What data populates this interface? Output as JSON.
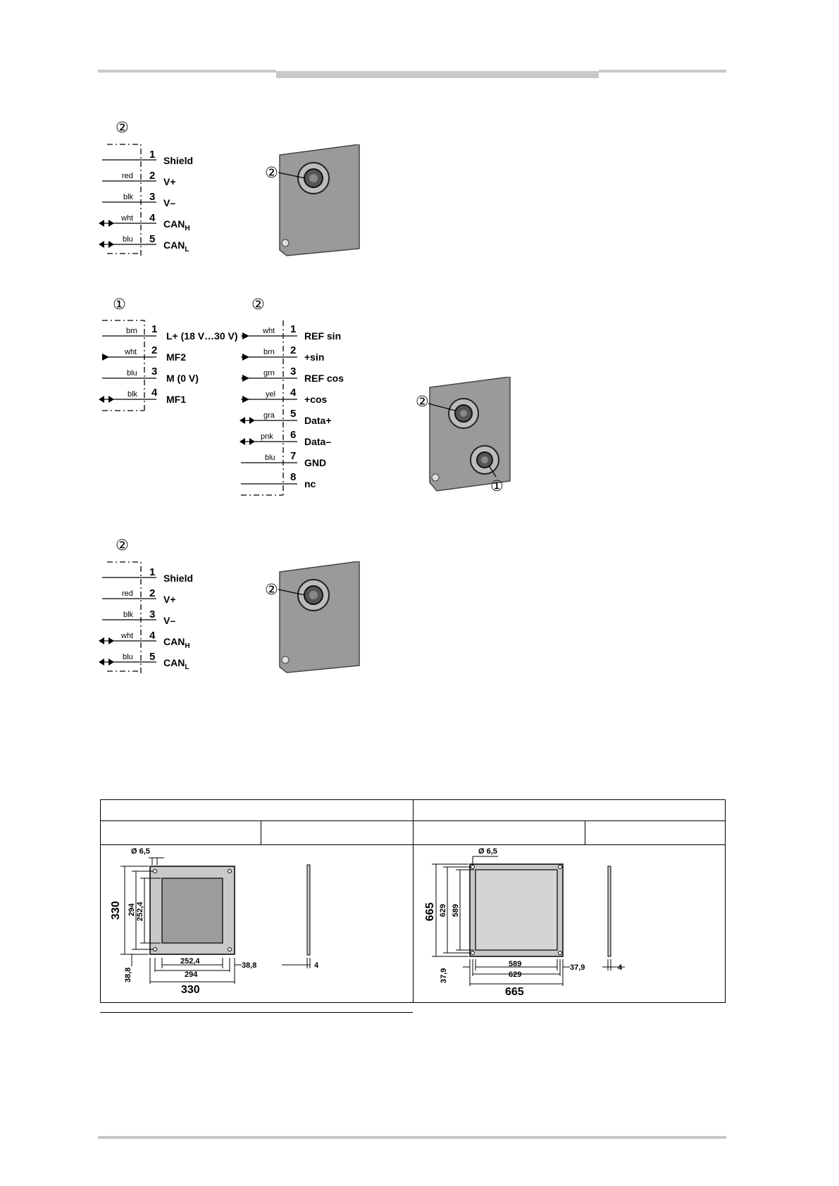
{
  "page": {
    "title": "",
    "footer": ""
  },
  "diagram1": {
    "connector_mark": "②",
    "pins": [
      {
        "no": "1",
        "wire": "",
        "label": "Shield",
        "sub": ""
      },
      {
        "no": "2",
        "wire": "red",
        "label": "V+",
        "sub": ""
      },
      {
        "no": "3",
        "wire": "blk",
        "label": "V–",
        "sub": ""
      },
      {
        "no": "4",
        "wire": "wht",
        "label": "CAN",
        "sub": "H"
      },
      {
        "no": "5",
        "wire": "blu",
        "label": "CAN",
        "sub": "L"
      }
    ],
    "photo_mark": "②"
  },
  "diagram2": {
    "left_mark": "①",
    "left_pins": [
      {
        "no": "1",
        "wire": "brn",
        "label": "L+ (18 V…30 V)"
      },
      {
        "no": "2",
        "wire": "wht",
        "label": "MF2"
      },
      {
        "no": "3",
        "wire": "blu",
        "label": "M (0 V)"
      },
      {
        "no": "4",
        "wire": "blk",
        "label": "MF1"
      }
    ],
    "right_mark": "②",
    "right_pins": [
      {
        "no": "1",
        "wire": "wht",
        "label": "REF sin"
      },
      {
        "no": "2",
        "wire": "brn",
        "label": "+sin"
      },
      {
        "no": "3",
        "wire": "grn",
        "label": "REF cos"
      },
      {
        "no": "4",
        "wire": "yel",
        "label": "+cos"
      },
      {
        "no": "5",
        "wire": "gra",
        "label": "Data+"
      },
      {
        "no": "6",
        "wire": "pnk",
        "label": "Data–"
      },
      {
        "no": "7",
        "wire": "blu",
        "label": "GND"
      },
      {
        "no": "8",
        "wire": "",
        "label": "nc"
      }
    ],
    "photo_mark_top": "②",
    "photo_mark_bottom": "①"
  },
  "diagram3": {
    "connector_mark": "②",
    "pins": [
      {
        "no": "1",
        "wire": "",
        "label": "Shield",
        "sub": ""
      },
      {
        "no": "2",
        "wire": "red",
        "label": "V+",
        "sub": ""
      },
      {
        "no": "3",
        "wire": "blk",
        "label": "V–",
        "sub": ""
      },
      {
        "no": "4",
        "wire": "wht",
        "label": "CAN",
        "sub": "H"
      },
      {
        "no": "5",
        "wire": "blu",
        "label": "CAN",
        "sub": "L"
      }
    ],
    "photo_mark": "②"
  },
  "table": {
    "left": {
      "header": "",
      "sub_a": "",
      "sub_b": "",
      "hole": "Ø 6,5",
      "height_total": "330",
      "height_mid": "294",
      "height_inner": "252,4",
      "offset": "38,8",
      "width_inner": "252,4",
      "width_mid": "294",
      "width_total": "330",
      "right_offset": "38,8",
      "thickness": "4"
    },
    "right": {
      "header": "",
      "sub_a": "",
      "sub_b": "",
      "hole": "Ø 6,5",
      "height_total": "665",
      "height_mid": "629",
      "height_inner": "589",
      "offset": "37,9",
      "width_inner": "589",
      "width_mid": "629",
      "width_total": "665",
      "right_offset": "37,9",
      "thickness": "4"
    }
  }
}
